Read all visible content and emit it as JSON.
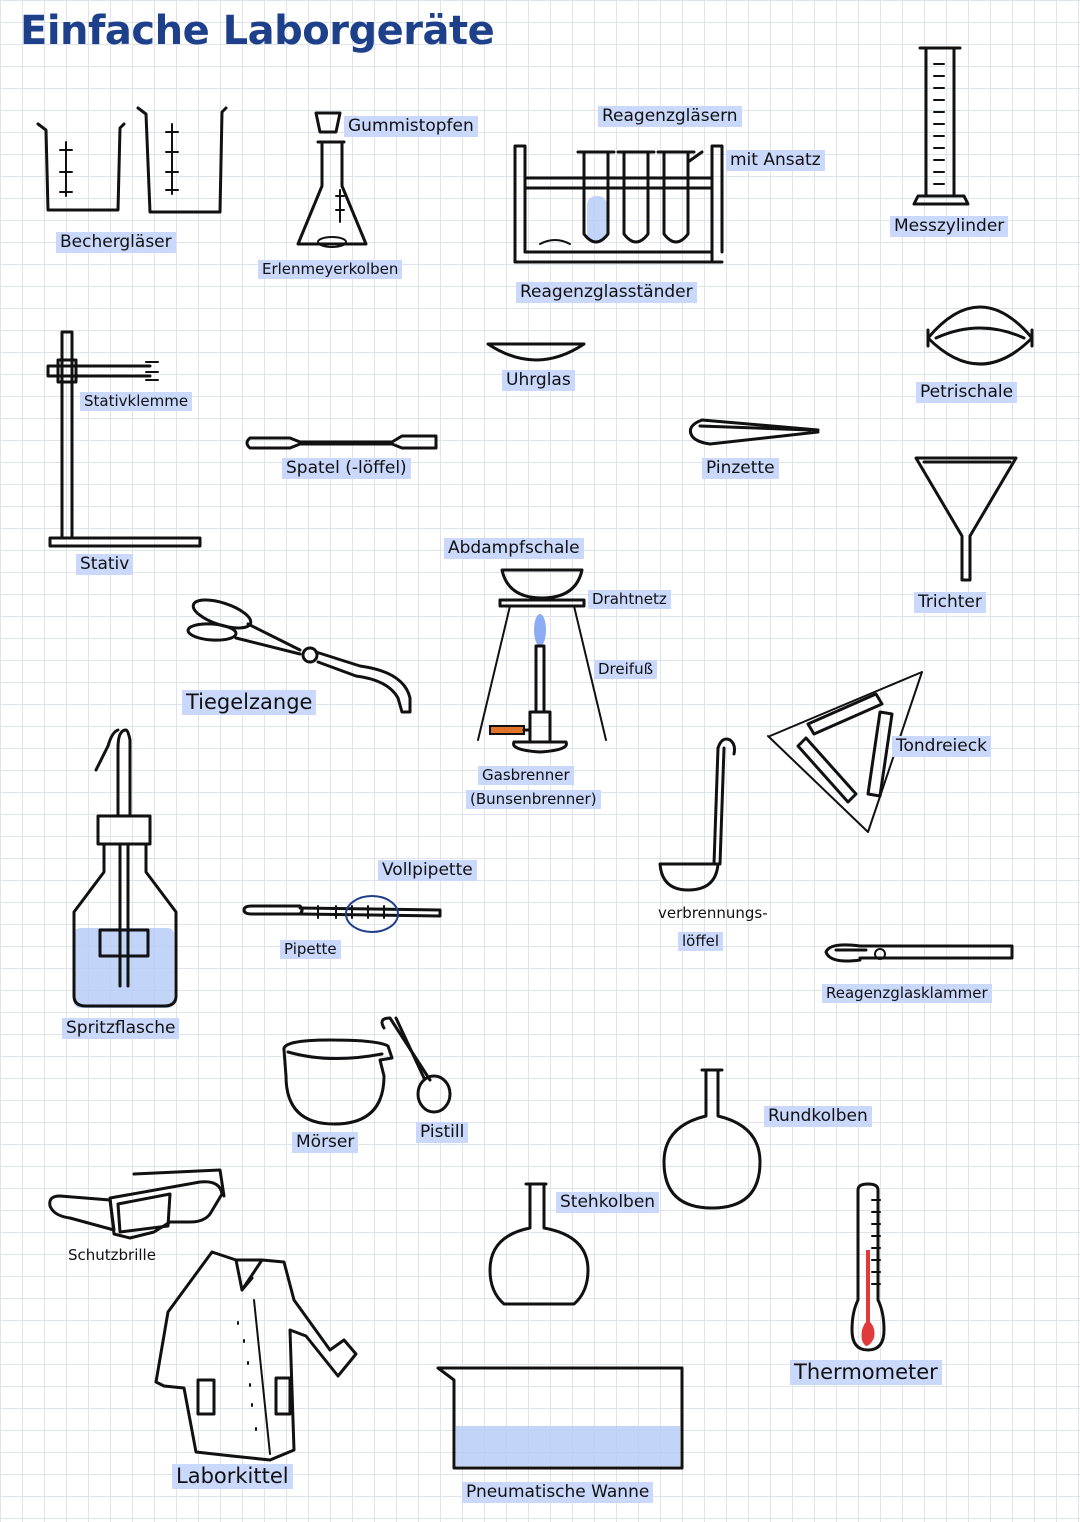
{
  "title": "Einfache Laborgeräte",
  "labels": {
    "becherglaeser": "Bechergläser",
    "gummistopfen": "Gummistopfen",
    "erlenmeyerkolben": "Erlenmeyerkolben",
    "reagenzglaesern": "Reagenzgläsern",
    "mit_ansatz": "mit Ansatz",
    "reagenzglasstaender": "Reagenzglasständer",
    "messzylinder": "Messzylinder",
    "stativklemme": "Stativklemme",
    "uhrglas": "Uhrglas",
    "petrischale": "Petrischale",
    "spatel": "Spatel (-löffel)",
    "pinzette": "Pinzette",
    "stativ": "Stativ",
    "abdampfschale": "Abdampfschale",
    "drahtnetz": "Drahtnetz",
    "trichter": "Trichter",
    "dreifuss": "Dreifuß",
    "tiegelzange": "Tiegelzange",
    "tondreieck": "Tondreieck",
    "gasbrenner": "Gasbrenner",
    "bunsenbrenner": "(Bunsenbrenner)",
    "vollpipette": "Vollpipette",
    "pipette": "Pipette",
    "verbrennungs": "verbrennungs-",
    "loeffel": "löffel",
    "reagenzglasklammer": "Reagenzglasklammer",
    "spritzflasche": "Spritzflasche",
    "moerser": "Mörser",
    "pistill": "Pistill",
    "rundkolben": "Rundkolben",
    "stehkolben": "Stehkolben",
    "schutzbrille": "Schutzbrille",
    "thermometer": "Thermometer",
    "laborkittel": "Laborkittel",
    "pneumatische_wanne": "Pneumatische Wanne"
  },
  "colors": {
    "title": "#1e3f8a",
    "highlight": "#c9d8fb",
    "water": "#b9cdf8",
    "flame": "#7fa3f2",
    "valve": "#e0722a",
    "thermometer_liquid": "#e03a3a"
  }
}
